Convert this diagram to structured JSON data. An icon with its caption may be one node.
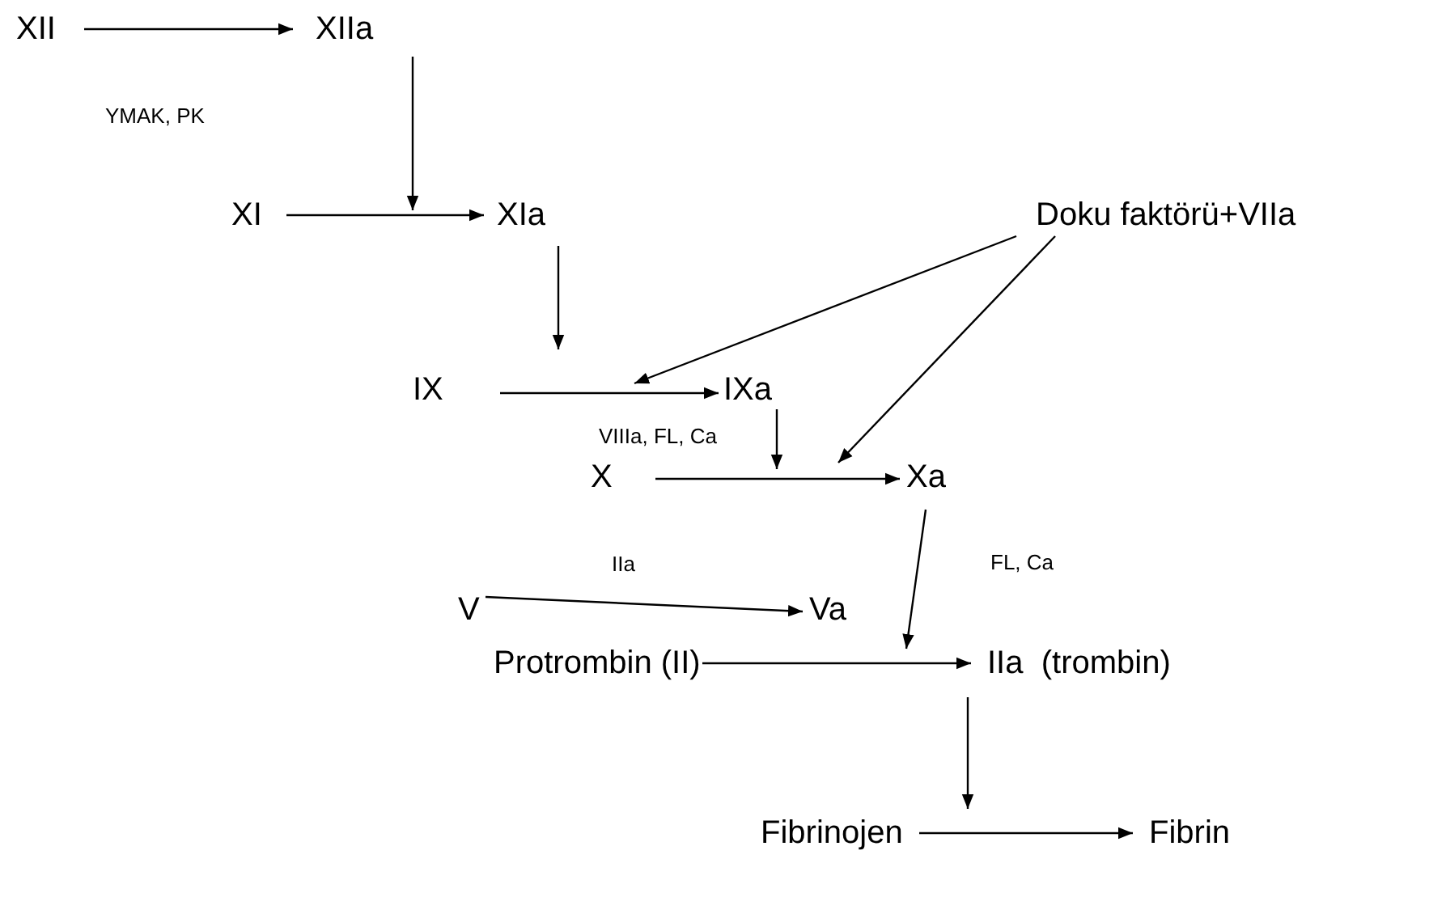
{
  "diagram": {
    "nodes": [
      {
        "text": [
          "XII"
        ]
      },
      {
        "text": [
          "XIIa"
        ]
      },
      {
        "text": [
          "XI"
        ]
      },
      {
        "text": [
          "XIa"
        ]
      },
      {
        "text": [
          "Doku faktörü+VIIa"
        ]
      },
      {
        "text": [
          "IX"
        ]
      },
      {
        "text": [
          "IXa"
        ]
      },
      {
        "text": [
          "X"
        ]
      },
      {
        "text": [
          "Xa"
        ]
      },
      {
        "text": [
          "V"
        ]
      },
      {
        "text": [
          "Va"
        ]
      },
      {
        "text": [
          "Protrombin (II)"
        ]
      },
      {
        "text": [
          "IIa  (trombin)"
        ]
      },
      {
        "text": [
          "Fibrinojen"
        ]
      },
      {
        "text": [
          "Fibrin"
        ]
      }
    ],
    "edges": [
      {
        "from": 0,
        "to": 1,
        "arrow": "to"
      },
      {
        "from": 1,
        "to": null,
        "arrow": "to"
      },
      {
        "from": 2,
        "to": 3,
        "arrow": "to"
      },
      {
        "from": 3,
        "to": null,
        "arrow": "to"
      },
      {
        "from": 4,
        "to": null,
        "arrow": "to"
      },
      {
        "from": 4,
        "to": null,
        "arrow": "to"
      },
      {
        "from": 5,
        "to": 6,
        "arrow": "to"
      },
      {
        "from": 6,
        "to": null,
        "arrow": "to"
      },
      {
        "from": 7,
        "to": 8,
        "arrow": "to"
      },
      {
        "from": 8,
        "to": null,
        "arrow": "to"
      },
      {
        "from": 9,
        "to": 10,
        "arrow": "to"
      },
      {
        "from": 11,
        "to": 12,
        "arrow": "to"
      },
      {
        "from": 12,
        "to": null,
        "arrow": "to"
      },
      {
        "from": 13,
        "to": 14,
        "arrow": "to"
      }
    ],
    "labels": [
      "YMAK, PK",
      "VIIIa, FL, Ca",
      "IIa",
      "FL, Ca"
    ]
  }
}
